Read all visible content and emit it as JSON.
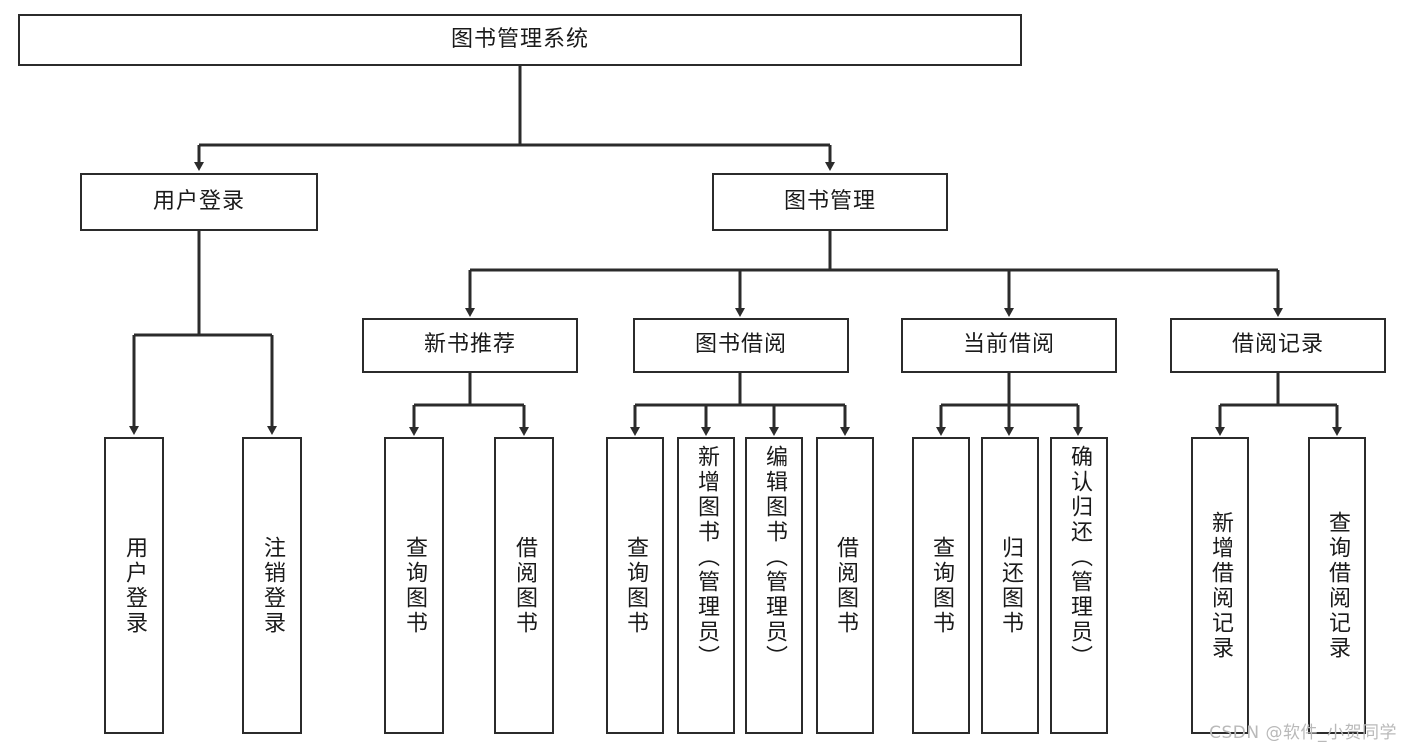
{
  "diagram": {
    "title": "图书管理系统",
    "type": "hierarchy-tree",
    "watermark": "CSDN @软件_小贺同学",
    "colors": {
      "stroke": "#2b2b2b",
      "fill": "#ffffff",
      "text": "#1a1a1a",
      "watermark": "#b9b9b9"
    },
    "levels": {
      "root": "图书管理系统",
      "level2": [
        "用户登录",
        "图书管理"
      ],
      "level3": [
        "新书推荐",
        "图书借阅",
        "当前借阅",
        "借阅记录"
      ],
      "leaves": [
        "用户登录",
        "注销登录",
        "查询图书",
        "借阅图书",
        "查询图书",
        "新增图书（管理员）",
        "编辑图书（管理员）",
        "借阅图书",
        "查询图书",
        "归还图书",
        "确认归还（管理员）",
        "新增借阅记录",
        "查询借阅记录"
      ]
    },
    "nodes": {
      "root": {
        "label": "图书管理系统"
      },
      "user_login": {
        "label": "用户登录"
      },
      "book_manage": {
        "label": "图书管理"
      },
      "new_book_rec": {
        "label": "新书推荐"
      },
      "book_borrow": {
        "label": "图书借阅"
      },
      "current_borrow": {
        "label": "当前借阅"
      },
      "borrow_record": {
        "label": "借阅记录"
      },
      "leaf_user_login": {
        "label": "用户登录"
      },
      "leaf_logout": {
        "label": "注销登录"
      },
      "leaf_query_book_1": {
        "label": "查询图书"
      },
      "leaf_borrow_book_1": {
        "label": "借阅图书"
      },
      "leaf_query_book_2": {
        "label": "查询图书"
      },
      "leaf_add_book_admin": {
        "label": "新增图书（管理员）"
      },
      "leaf_edit_book_admin": {
        "label": "编辑图书（管理员）"
      },
      "leaf_borrow_book_2": {
        "label": "借阅图书"
      },
      "leaf_query_book_3": {
        "label": "查询图书"
      },
      "leaf_return_book": {
        "label": "归还图书"
      },
      "leaf_confirm_return_admin": {
        "label": "确认归还（管理员）"
      },
      "leaf_add_borrow_record": {
        "label": "新增借阅记录"
      },
      "leaf_query_borrow_record": {
        "label": "查询借阅记录"
      }
    }
  }
}
